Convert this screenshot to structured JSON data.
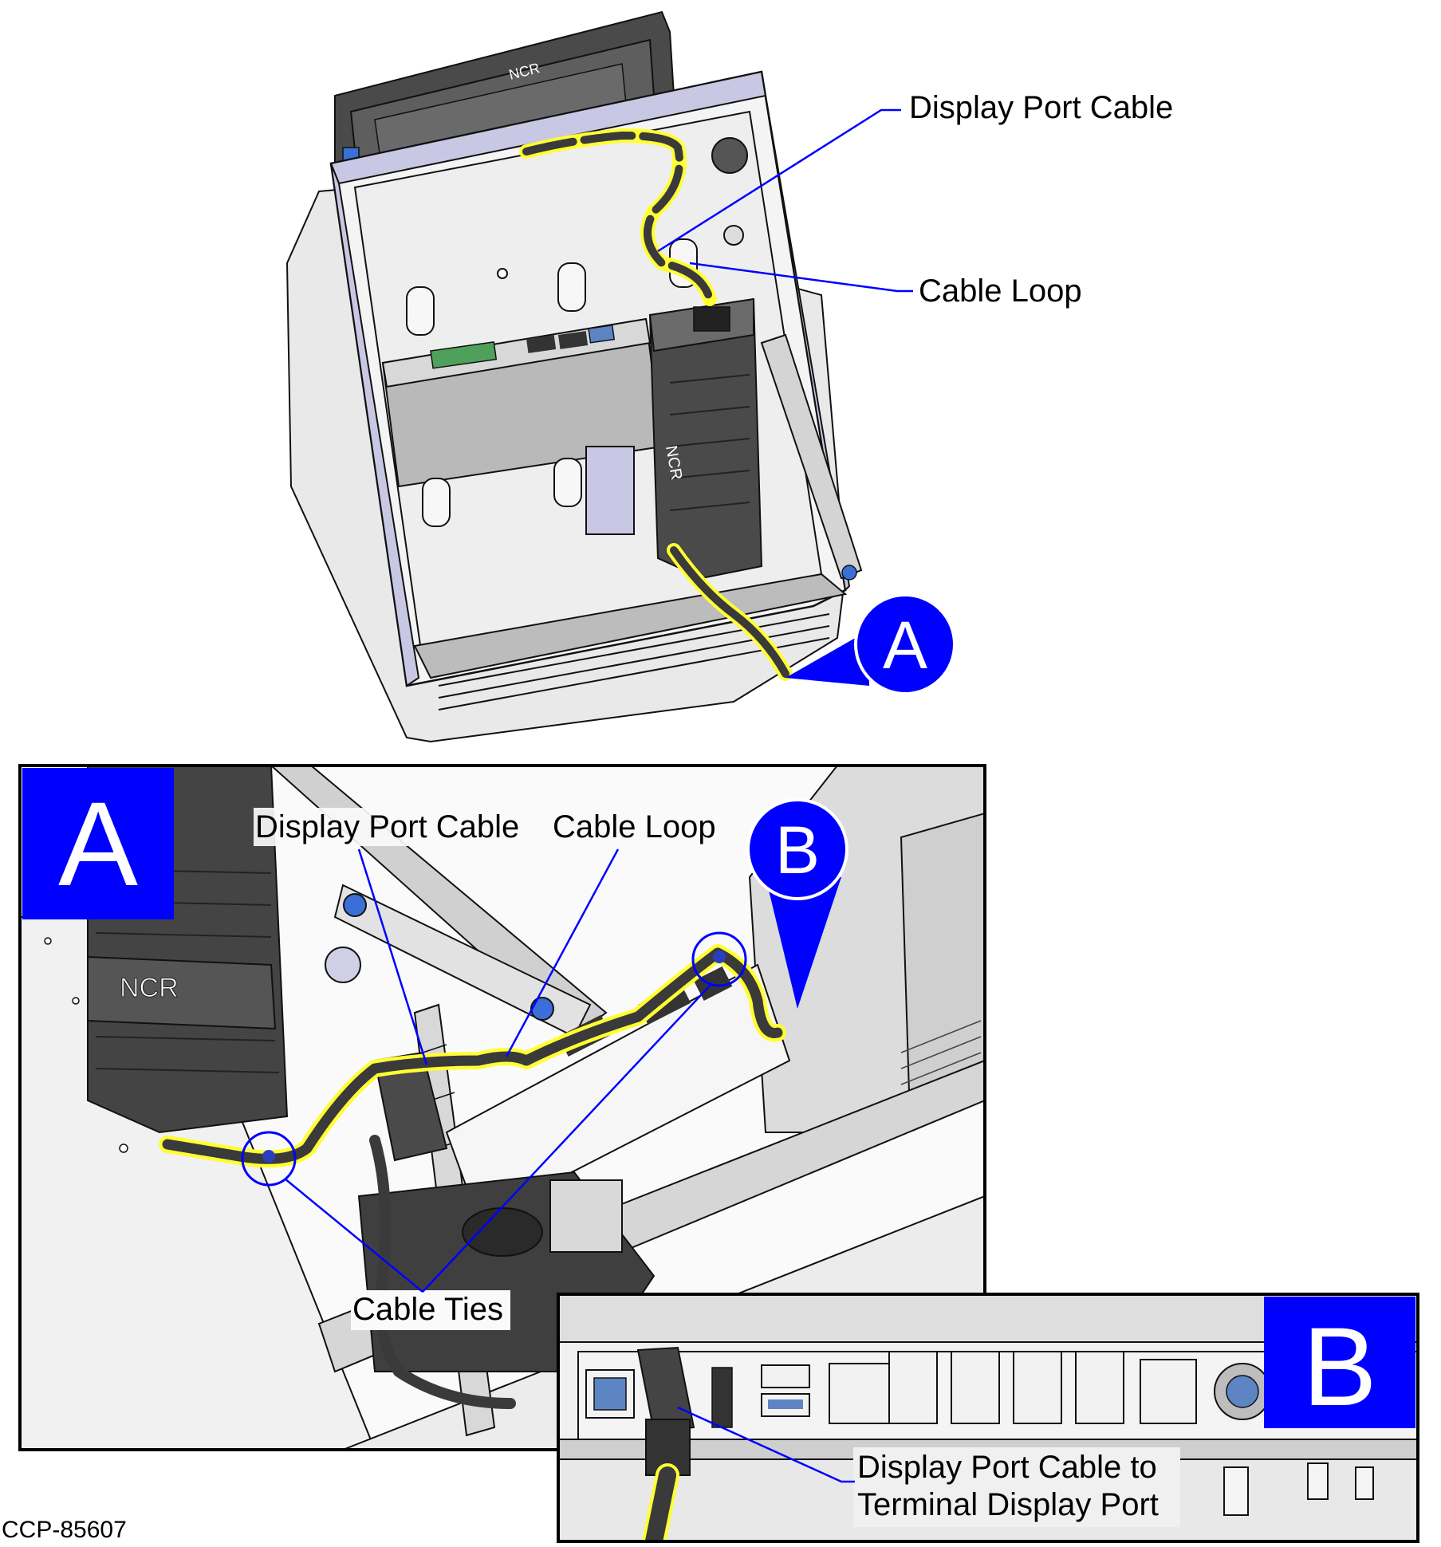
{
  "callouts": {
    "main_display_port_cable": "Display Port Cable",
    "main_cable_loop": "Cable Loop",
    "a_display_port_cable": "Display Port Cable",
    "a_cable_loop": "Cable Loop",
    "a_cable_ties": "Cable Ties",
    "b_display_port_line1": "Display Port Cable to",
    "b_display_port_line2": "Terminal Display Port"
  },
  "badges": {
    "detail_a": "A",
    "detail_b": "B",
    "pointer_a": "A",
    "pointer_b": "B"
  },
  "logos": {
    "brand": "NCR"
  },
  "figure_id": "CCP-85607",
  "colors": {
    "callout_line": "#0000ff",
    "badge_fill": "#0000ff",
    "cable_highlight": "#ffff33"
  }
}
